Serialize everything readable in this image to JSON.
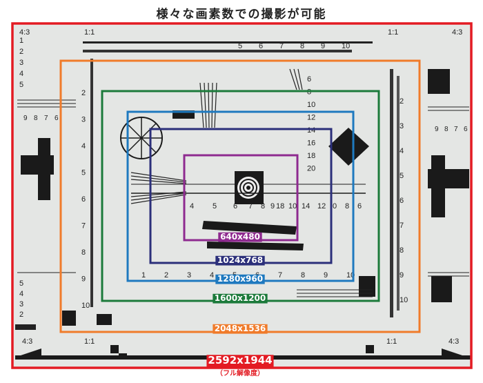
{
  "title": "様々な画素数での撮影が可能",
  "chart_text": {
    "aspect_tl": "4:3",
    "aspect_tr": "4:3",
    "aspect_bl": "4:3",
    "aspect_br": "4:3",
    "ratio_tl": "1:1",
    "ratio_tr": "1:1",
    "ratio_bl": "1:1",
    "ratio_br": "1:1",
    "left_scale": [
      "2",
      "3",
      "4",
      "5",
      "6",
      "7",
      "8",
      "9",
      "10"
    ],
    "right_scale": [
      "2",
      "3",
      "4",
      "5",
      "6",
      "7",
      "8",
      "9",
      "10"
    ],
    "top_nums": [
      "5",
      "6",
      "7",
      "8",
      "9",
      "10"
    ],
    "bottom_nums": [
      "1",
      "2",
      "3",
      "4",
      "5",
      "6",
      "7",
      "8",
      "9",
      "10"
    ],
    "center_nums": [
      "4",
      "5",
      "6",
      "7",
      "8",
      "9",
      "18",
      "10",
      "14",
      "12",
      "0",
      "8",
      "6"
    ],
    "right_stack": [
      "6",
      "8",
      "10",
      "12",
      "14",
      "16",
      "18",
      "20"
    ],
    "top_left_stack": [
      "1",
      "2",
      "3",
      "4",
      "5"
    ],
    "bottom_left_stack": [
      "5",
      "4",
      "3",
      "2"
    ],
    "side_small": [
      "9",
      "8",
      "7",
      "6"
    ]
  },
  "frames": [
    {
      "label": "2592x1944",
      "sub": "（フル解像度）",
      "color": "#e31b23"
    },
    {
      "label": "2048x1536",
      "color": "#f07b2a"
    },
    {
      "label": "1600x1200",
      "color": "#1b7a3a"
    },
    {
      "label": "1280x960",
      "color": "#1e79bf"
    },
    {
      "label": "1024x768",
      "color": "#2b2f7a"
    },
    {
      "label": "640x480",
      "color": "#8e2a8f"
    }
  ]
}
